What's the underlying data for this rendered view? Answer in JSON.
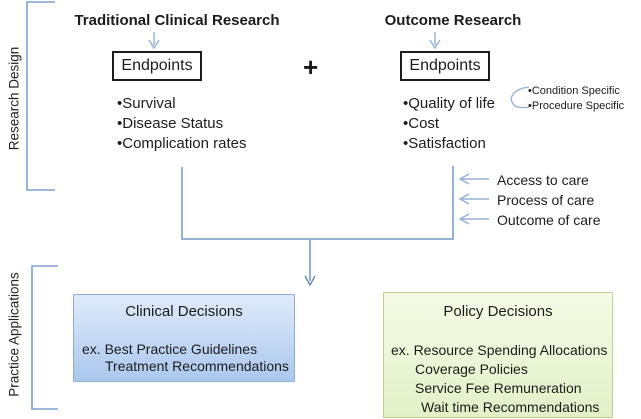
{
  "colors": {
    "text_color": "#1c1c1c",
    "line_blue": "#95b1d6",
    "bracket_blue": "#7da0d4",
    "arrow_dark": "#5b7fb2",
    "clinical_border": "#8eaed6",
    "clinical_grad_top": "#dfeafa",
    "clinical_grad_bottom": "#abc8ee",
    "policy_border": "#bcd08e",
    "policy_grad_top": "#f5fbe7",
    "policy_grad_bottom": "#e2f1c8"
  },
  "side_labels": {
    "research_design": "Research Design",
    "practice_applications": "Practice Applications"
  },
  "traditional": {
    "title": "Traditional Clinical Research",
    "endpoints_label": "Endpoints",
    "bullets": [
      "•Survival",
      "•Disease Status",
      "•Complication rates"
    ]
  },
  "plus_sign": "+",
  "outcome": {
    "title": "Outcome Research",
    "endpoints_label": "Endpoints",
    "bullets": [
      "•Quality of life",
      "•Cost",
      "•Satisfaction"
    ],
    "quality_sub_bullets": [
      "•Condition Specific",
      "•Procedure Specific"
    ]
  },
  "care_labels": [
    "Access to care",
    "Process of care",
    "Outcome of care"
  ],
  "clinical_decisions": {
    "title": "Clinical Decisions",
    "lines": [
      "ex. Best Practice Guidelines",
      "Treatment Recommendations"
    ]
  },
  "policy_decisions": {
    "title": "Policy Decisions",
    "lines": [
      "ex. Resource Spending Allocations",
      "Coverage Policies",
      "Service Fee Remuneration",
      "Wait time Recommendations"
    ]
  }
}
